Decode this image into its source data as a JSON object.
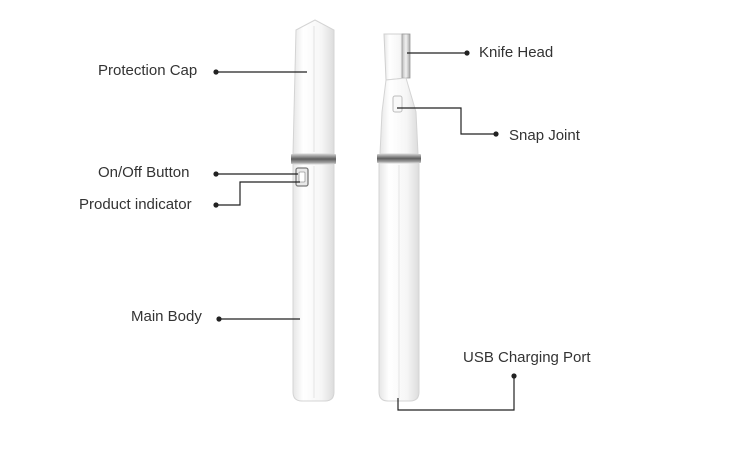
{
  "labels": {
    "protection_cap": "Protection Cap",
    "on_off_button": "On/Off Button",
    "product_indicator": "Product indicator",
    "main_body": "Main Body",
    "knife_head": "Knife Head",
    "snap_joint": "Snap Joint",
    "usb_charging_port": "USB Charging Port"
  },
  "colors": {
    "text": "#333333",
    "leader": "#222222",
    "body_white": "#f4f4f4",
    "metal_band": "#8a8a8a"
  }
}
